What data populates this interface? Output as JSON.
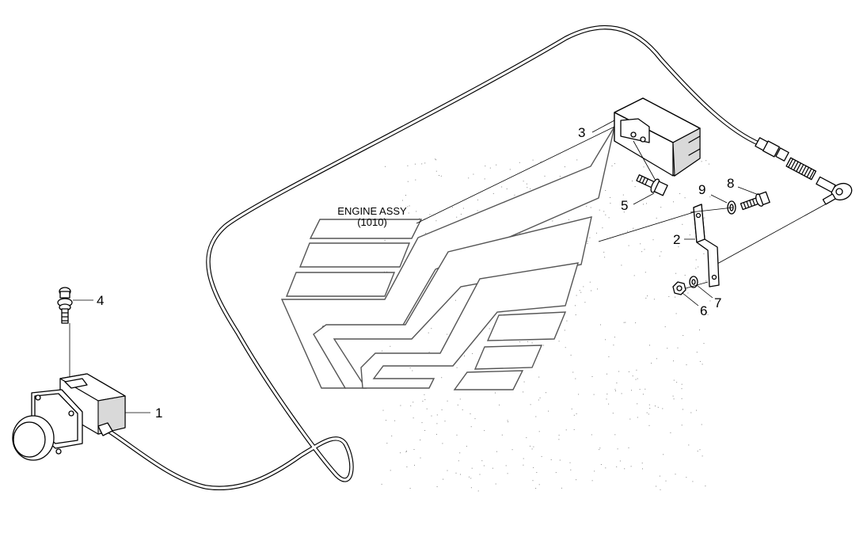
{
  "reference": {
    "line1": "ENGINE ASSY",
    "line2": "(1010)"
  },
  "callouts": [
    {
      "id": "c1",
      "label": "1"
    },
    {
      "id": "c2",
      "label": "2"
    },
    {
      "id": "c3",
      "label": "3"
    },
    {
      "id": "c4",
      "label": "4"
    },
    {
      "id": "c5",
      "label": "5"
    },
    {
      "id": "c6",
      "label": "6"
    },
    {
      "id": "c7",
      "label": "7"
    },
    {
      "id": "c8",
      "label": "8"
    },
    {
      "id": "c9",
      "label": "9"
    }
  ]
}
